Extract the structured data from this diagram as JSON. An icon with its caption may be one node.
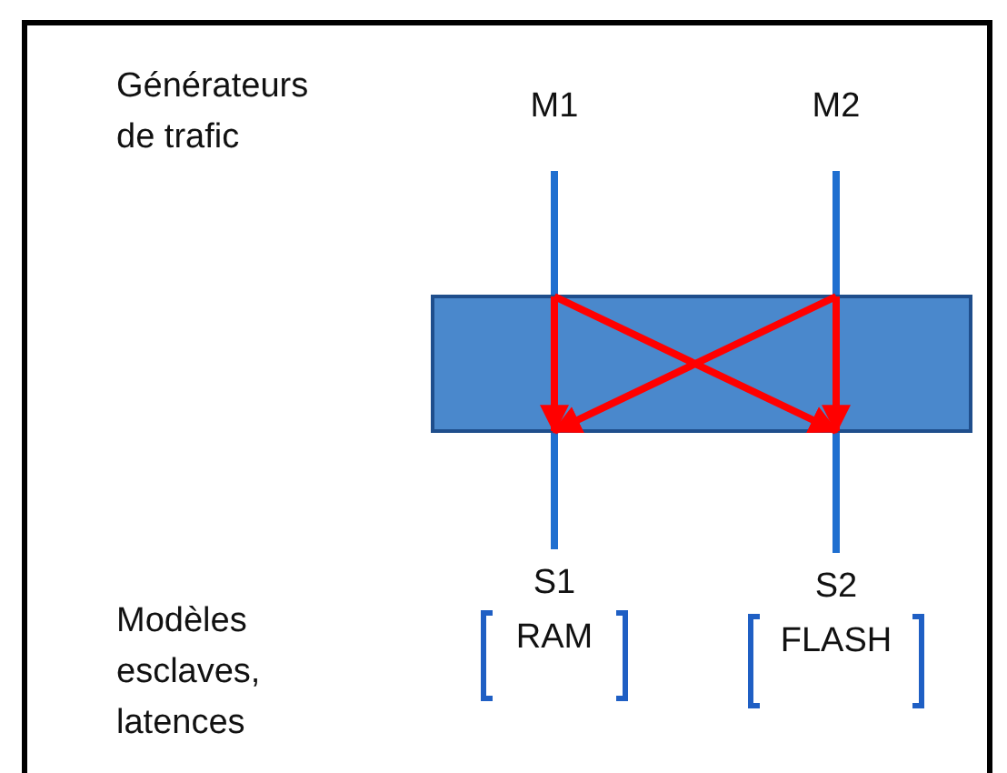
{
  "diagram": {
    "nodes": [
      {
        "text": [
          "M1"
        ]
      },
      {
        "text": [
          "M2"
        ]
      },
      {
        "text": [],
        "shape": "box"
      },
      {
        "text": [
          "S1",
          "RAM"
        ]
      },
      {
        "text": [
          "S2",
          "FLASH"
        ]
      }
    ],
    "edges": [
      {
        "from": 0,
        "to": 2,
        "arrow": "none"
      },
      {
        "from": 2,
        "to": 3,
        "arrow": "none"
      },
      {
        "from": 1,
        "to": 2,
        "arrow": "none"
      },
      {
        "from": 2,
        "to": 4,
        "arrow": "none"
      },
      {
        "from": 2,
        "to": 2,
        "arrow": "to",
        "color": "#ff0000"
      },
      {
        "from": 2,
        "to": 2,
        "arrow": "to",
        "color": "#ff0000"
      },
      {
        "from": 2,
        "to": 2,
        "arrow": "to",
        "color": "#ff0000"
      },
      {
        "from": 2,
        "to": 2,
        "arrow": "to",
        "color": "#ff0000"
      }
    ],
    "labels": [
      "Générateurs de trafic",
      "Modèles esclaves, latences"
    ]
  }
}
